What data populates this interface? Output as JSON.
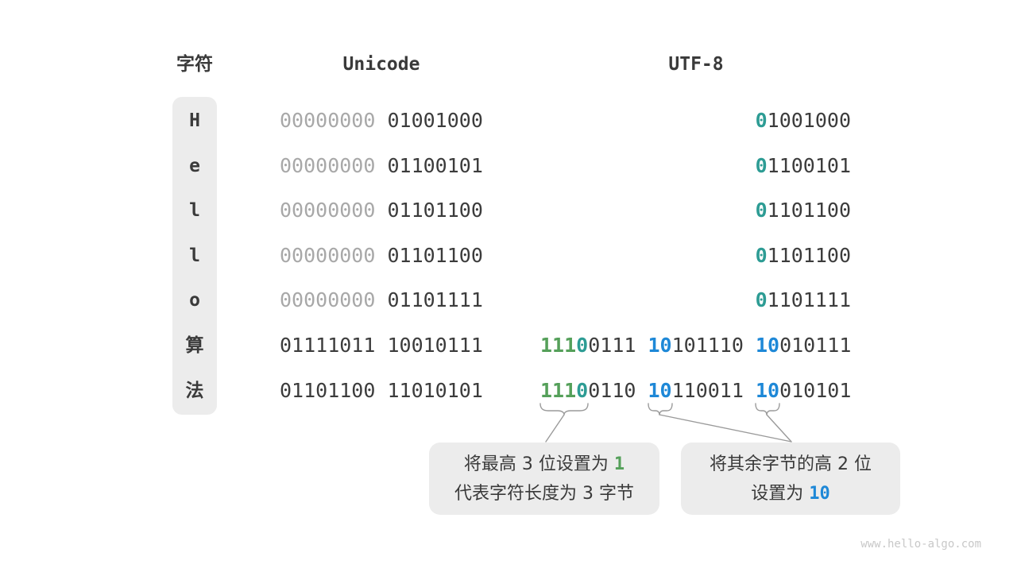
{
  "headers": {
    "char": "字符",
    "unicode": "Unicode",
    "utf8": "UTF-8"
  },
  "colors": {
    "green": "#55a05a",
    "teal": "#2d9c94",
    "blue": "#1e88d7",
    "dim_byte": "#a8a8a8",
    "dark_text": "#3c3c3c",
    "panel_bg": "#ececec"
  },
  "rows": [
    {
      "char": "H",
      "u_high": "00000000",
      "u_high_style": "byte dim",
      "u_low": " 01001000",
      "g": "",
      "t": "0",
      "r1": "1001000",
      "p2": "",
      "r2": "",
      "p3": "",
      "r3": ""
    },
    {
      "char": "e",
      "u_high": "00000000",
      "u_high_style": "byte dim",
      "u_low": " 01100101",
      "g": "",
      "t": "0",
      "r1": "1100101",
      "p2": "",
      "r2": "",
      "p3": "",
      "r3": ""
    },
    {
      "char": "l",
      "u_high": "00000000",
      "u_high_style": "byte dim",
      "u_low": " 01101100",
      "g": "",
      "t": "0",
      "r1": "1101100",
      "p2": "",
      "r2": "",
      "p3": "",
      "r3": ""
    },
    {
      "char": "l",
      "u_high": "00000000",
      "u_high_style": "byte dim",
      "u_low": " 01101100",
      "g": "",
      "t": "0",
      "r1": "1101100",
      "p2": "",
      "r2": "",
      "p3": "",
      "r3": ""
    },
    {
      "char": "o",
      "u_high": "00000000",
      "u_high_style": "byte dim",
      "u_low": " 01101111",
      "g": "",
      "t": "0",
      "r1": "1101111",
      "p2": "",
      "r2": "",
      "p3": "",
      "r3": ""
    },
    {
      "char": "算",
      "u_high": "01111011",
      "u_high_style": "byte",
      "u_low": " 10010111",
      "g": "111",
      "t": "0",
      "r1": "0111 ",
      "p2": "10",
      "r2": "101110 ",
      "p3": "10",
      "r3": "010111"
    },
    {
      "char": "法",
      "u_high": "01101100",
      "u_high_style": "byte",
      "u_low": " 11010101",
      "g": "111",
      "t": "0",
      "r1": "0110 ",
      "p2": "10",
      "r2": "110011 ",
      "p3": "10",
      "r3": "010101"
    }
  ],
  "callouts": {
    "left": {
      "line1_text": "将最高 3 位设置为 ",
      "line1_highlight": "1",
      "line2_text": "代表字符长度为 3 字节"
    },
    "right": {
      "line1_text": "将其余字节的高 2 位",
      "line2_text": "设置为 ",
      "line2_highlight": "10"
    }
  },
  "watermark": "www.hello-algo.com"
}
